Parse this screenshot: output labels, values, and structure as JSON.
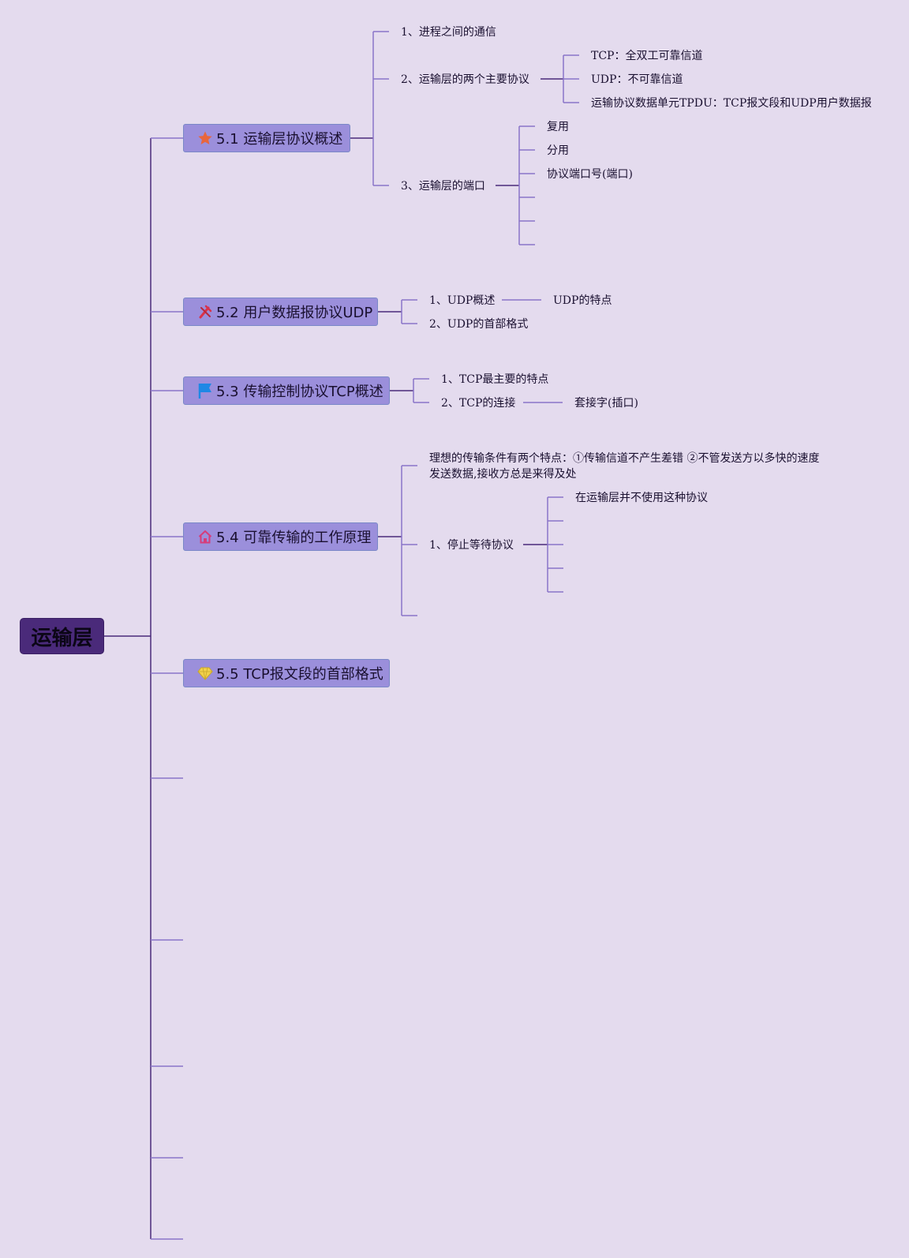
{
  "root": {
    "label": "运输层"
  },
  "topics": [
    {
      "label": "5.1 运输层协议概述",
      "icon": "star-icon",
      "icon_color": "#e8663d"
    },
    {
      "label": "5.2 用户数据报协议UDP",
      "icon": "tools-icon",
      "icon_color": "#d9334a"
    },
    {
      "label": "5.3 传输控制协议TCP概述",
      "icon": "flag-icon",
      "icon_color": "#1e88e5"
    },
    {
      "label": "5.4 可靠传输的工作原理",
      "icon": "home-icon",
      "icon_color": "#d63c7a"
    },
    {
      "label": "5.5 TCP报文段的首部格式",
      "icon": "diamond-icon",
      "icon_color": "#f2d14a"
    }
  ],
  "t1": {
    "items": [
      "1、进程之间的通信",
      "2、运输层的两个主要协议",
      "3、运输层的端口"
    ],
    "protocols": [
      "TCP：全双工可靠信道",
      "UDP：不可靠信道",
      "运输协议数据单元TPDU：TCP报文段和UDP用户数据报"
    ],
    "ports": [
      "复用",
      "分用",
      "协议端口号(端口)"
    ]
  },
  "t2": {
    "items": [
      "1、UDP概述",
      "2、UDP的首部格式"
    ],
    "sub": [
      "UDP的特点"
    ]
  },
  "t3": {
    "items": [
      "1、TCP最主要的特点",
      "2、TCP的连接"
    ],
    "sub": [
      "套接字(插口)"
    ]
  },
  "t4": {
    "ideal": "理想的传输条件有两个特点：①传输信道不产生差错 ②不管发送方以多快的速度发送数据,接收方总是来得及处",
    "items": [
      "1、停止等待协议"
    ],
    "sub": [
      "在运输层并不使用这种协议"
    ]
  },
  "colors": {
    "background": "#e4dbee",
    "root": "#4a2a7a",
    "topic": "#9b8fdb",
    "line_dark": "#4a2a7a",
    "line_light": "#8a74c8"
  }
}
